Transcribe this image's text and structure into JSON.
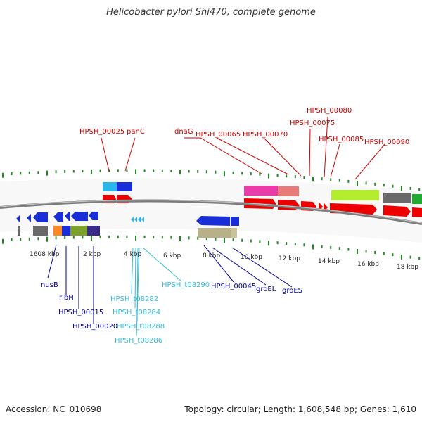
{
  "title": "Helicobacter pylori Shi470, complete genome",
  "footer": {
    "accession": "Accession: NC_010698",
    "summary": "Topology: circular; Length: 1,608,548 bp; Genes: 1,610"
  },
  "colors": {
    "forward_label": "#cc0000",
    "reverse_label": "#000099",
    "trna_label": "#33bbdd",
    "tick": "#228822",
    "backbone": "#888888"
  },
  "scale_labels": [
    "1608 kbp",
    "2 kbp",
    "4 kbp",
    "6 kbp",
    "8 kbp",
    "10 kbp",
    "12 kbp",
    "14 kbp",
    "16 kbp",
    "18 kbp"
  ],
  "forward_labels": [
    "HPSH_00025",
    "panC",
    "dnaG",
    "HPSH_00065",
    "HPSH_00070",
    "HPSH_00075",
    "HPSH_00080",
    "HPSH_00085",
    "HPSH_00090"
  ],
  "reverse_labels": [
    "nusB",
    "ribH",
    "HPSH_00015",
    "HPSH_00020",
    "HPSH_00045",
    "groEL",
    "groES"
  ],
  "trna_labels": [
    "HPSH_t08282",
    "HPSH_t08284",
    "HPSH_t08288",
    "HPSH_t08286",
    "HPSH_t08290"
  ]
}
